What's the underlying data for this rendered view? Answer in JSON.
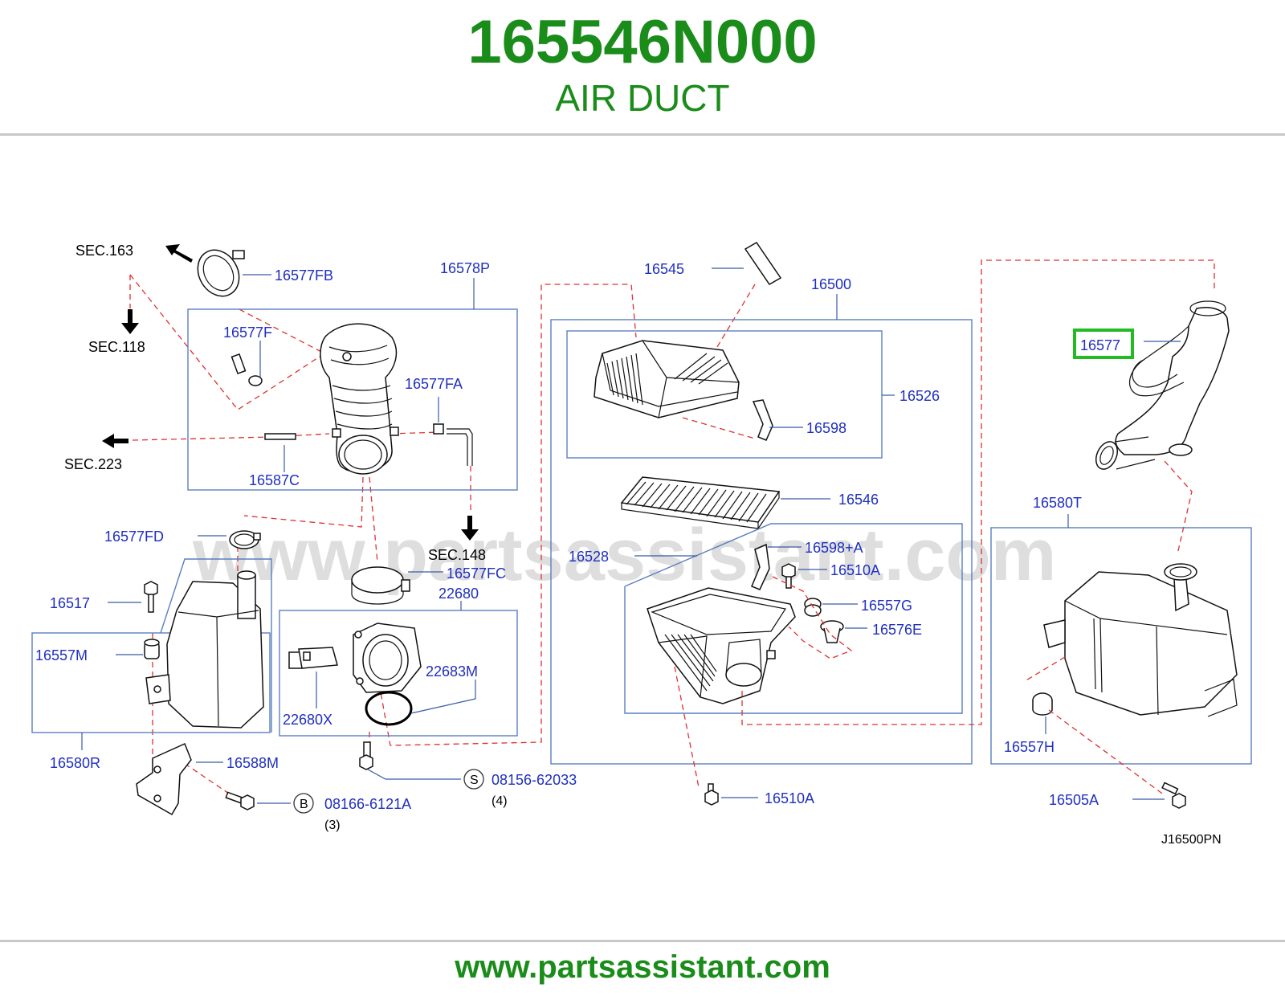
{
  "header": {
    "part_number": "165546N000",
    "part_name": "AIR DUCT"
  },
  "footer": {
    "url": "www.partsassistant.com"
  },
  "watermark": "www.partsassistant.com",
  "diagram_code": "J16500PN",
  "highlight_color": "#22bb22",
  "sections": [
    "SEC.163",
    "SEC.118",
    "SEC.223",
    "SEC.148"
  ],
  "callouts": {
    "c16577FB": "16577FB",
    "c16578P": "16578P",
    "c16577F": "16577F",
    "c16577FA": "16577FA",
    "c16587C": "16587C",
    "c16577FD": "16577FD",
    "c16577FC": "16577FC",
    "c16517": "16517",
    "c16557M": "16557M",
    "c16580R": "16580R",
    "c16588M": "16588M",
    "c22680": "22680",
    "c22683M": "22683M",
    "c22680X": "22680X",
    "c08156": "08156-62033",
    "c08156qty": "(4)",
    "c08166": "08166-6121A",
    "c08166qty": "(3)",
    "c16545": "16545",
    "c16500": "16500",
    "c16526": "16526",
    "c16598": "16598",
    "c16546": "16546",
    "c16528": "16528",
    "c16598A": "16598+A",
    "c16510A_top": "16510A",
    "c16557G": "16557G",
    "c16576E": "16576E",
    "c16510A_bot": "16510A",
    "c16577": "16577",
    "c16580T": "16580T",
    "c16557H": "16557H",
    "c16505A": "16505A"
  },
  "circle_letters": {
    "s": "S",
    "b": "B"
  }
}
